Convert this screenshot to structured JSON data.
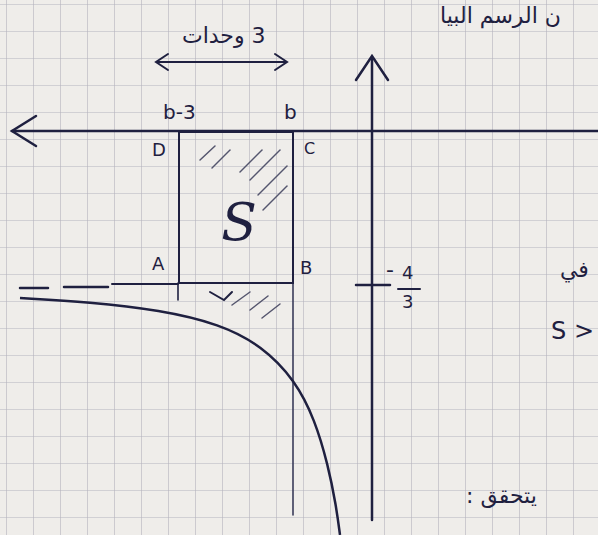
{
  "diagram": {
    "nodes": [
      {
        "text": [
          "S"
        ]
      }
    ],
    "labels": [
      "ن الرسم البيا",
      "3 وحدات",
      "b-3",
      "b",
      "D",
      "C",
      "A",
      "B",
      "-",
      "4",
      "3",
      "في",
      "S >",
      "يتحقق :"
    ]
  }
}
